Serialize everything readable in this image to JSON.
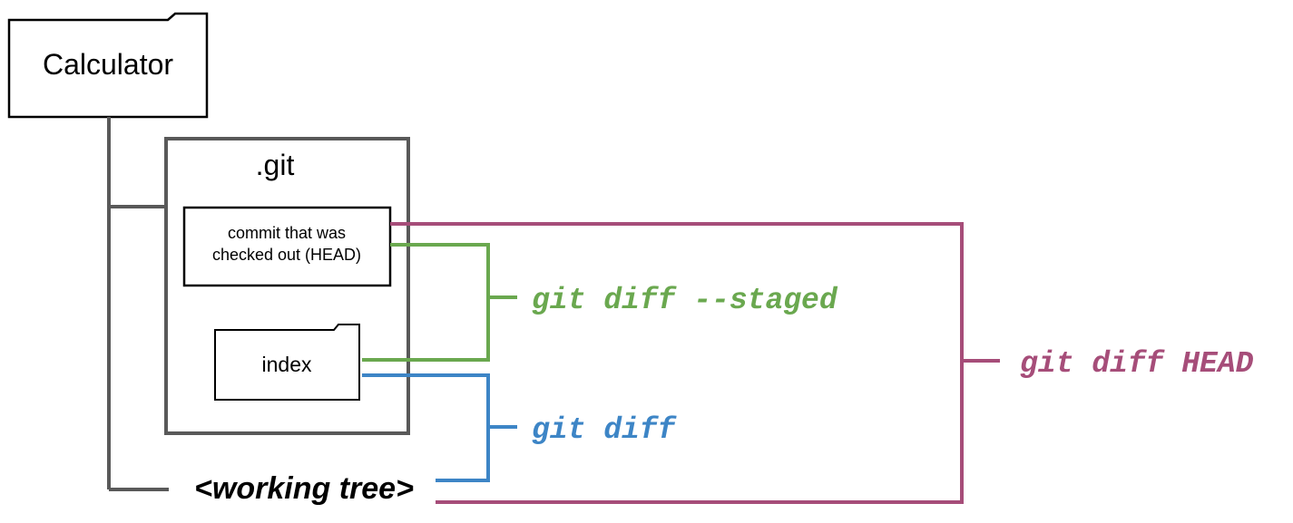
{
  "folders": {
    "calculator": "Calculator",
    "git": ".git",
    "head_box_line1": "commit that was",
    "head_box_line2": "checked out (HEAD)",
    "index": "index",
    "working_tree": "<working tree>"
  },
  "commands": {
    "staged": "git diff --staged",
    "diff": "git diff",
    "head": "git diff HEAD"
  },
  "colors": {
    "tree_lines": "#595959",
    "box_border": "#000000",
    "staged": "#6aa84f",
    "diff": "#3d85c6",
    "head": "#a64d79"
  }
}
